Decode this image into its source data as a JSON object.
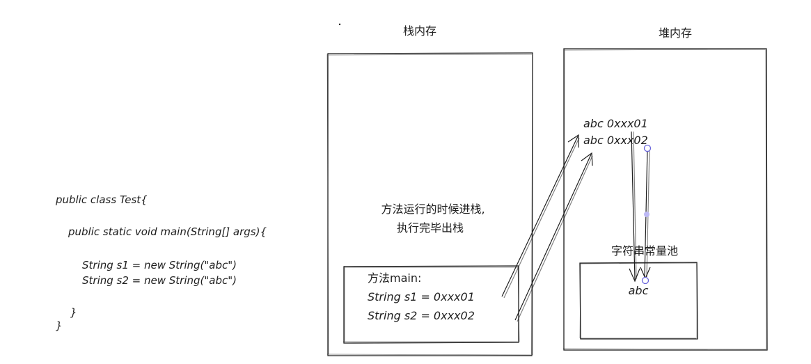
{
  "code": {
    "lines": [
      "public class Test{",
      "public static void main(String[] args){",
      "String s1 = new String(\"abc\")",
      "String s2 = new String(\"abc\")",
      "}",
      "}"
    ]
  },
  "stack": {
    "title": "栈内存",
    "note_line1": "方法运行的时候进栈,",
    "note_line2": "执行完毕出栈",
    "frame": {
      "title": "方法main:",
      "line1": "String s1 = 0xxx01",
      "line2": "String s2 = 0xxx02"
    }
  },
  "heap": {
    "title": "堆内存",
    "obj1": "abc 0xxx01",
    "obj2": "abc 0xxx02",
    "pool_title": "字符串常量池",
    "pool_value": "abc"
  },
  "colors": {
    "stroke": "#1e1e1e",
    "highlight": "#6965db",
    "highlight_fill": "#bdb9f5"
  }
}
